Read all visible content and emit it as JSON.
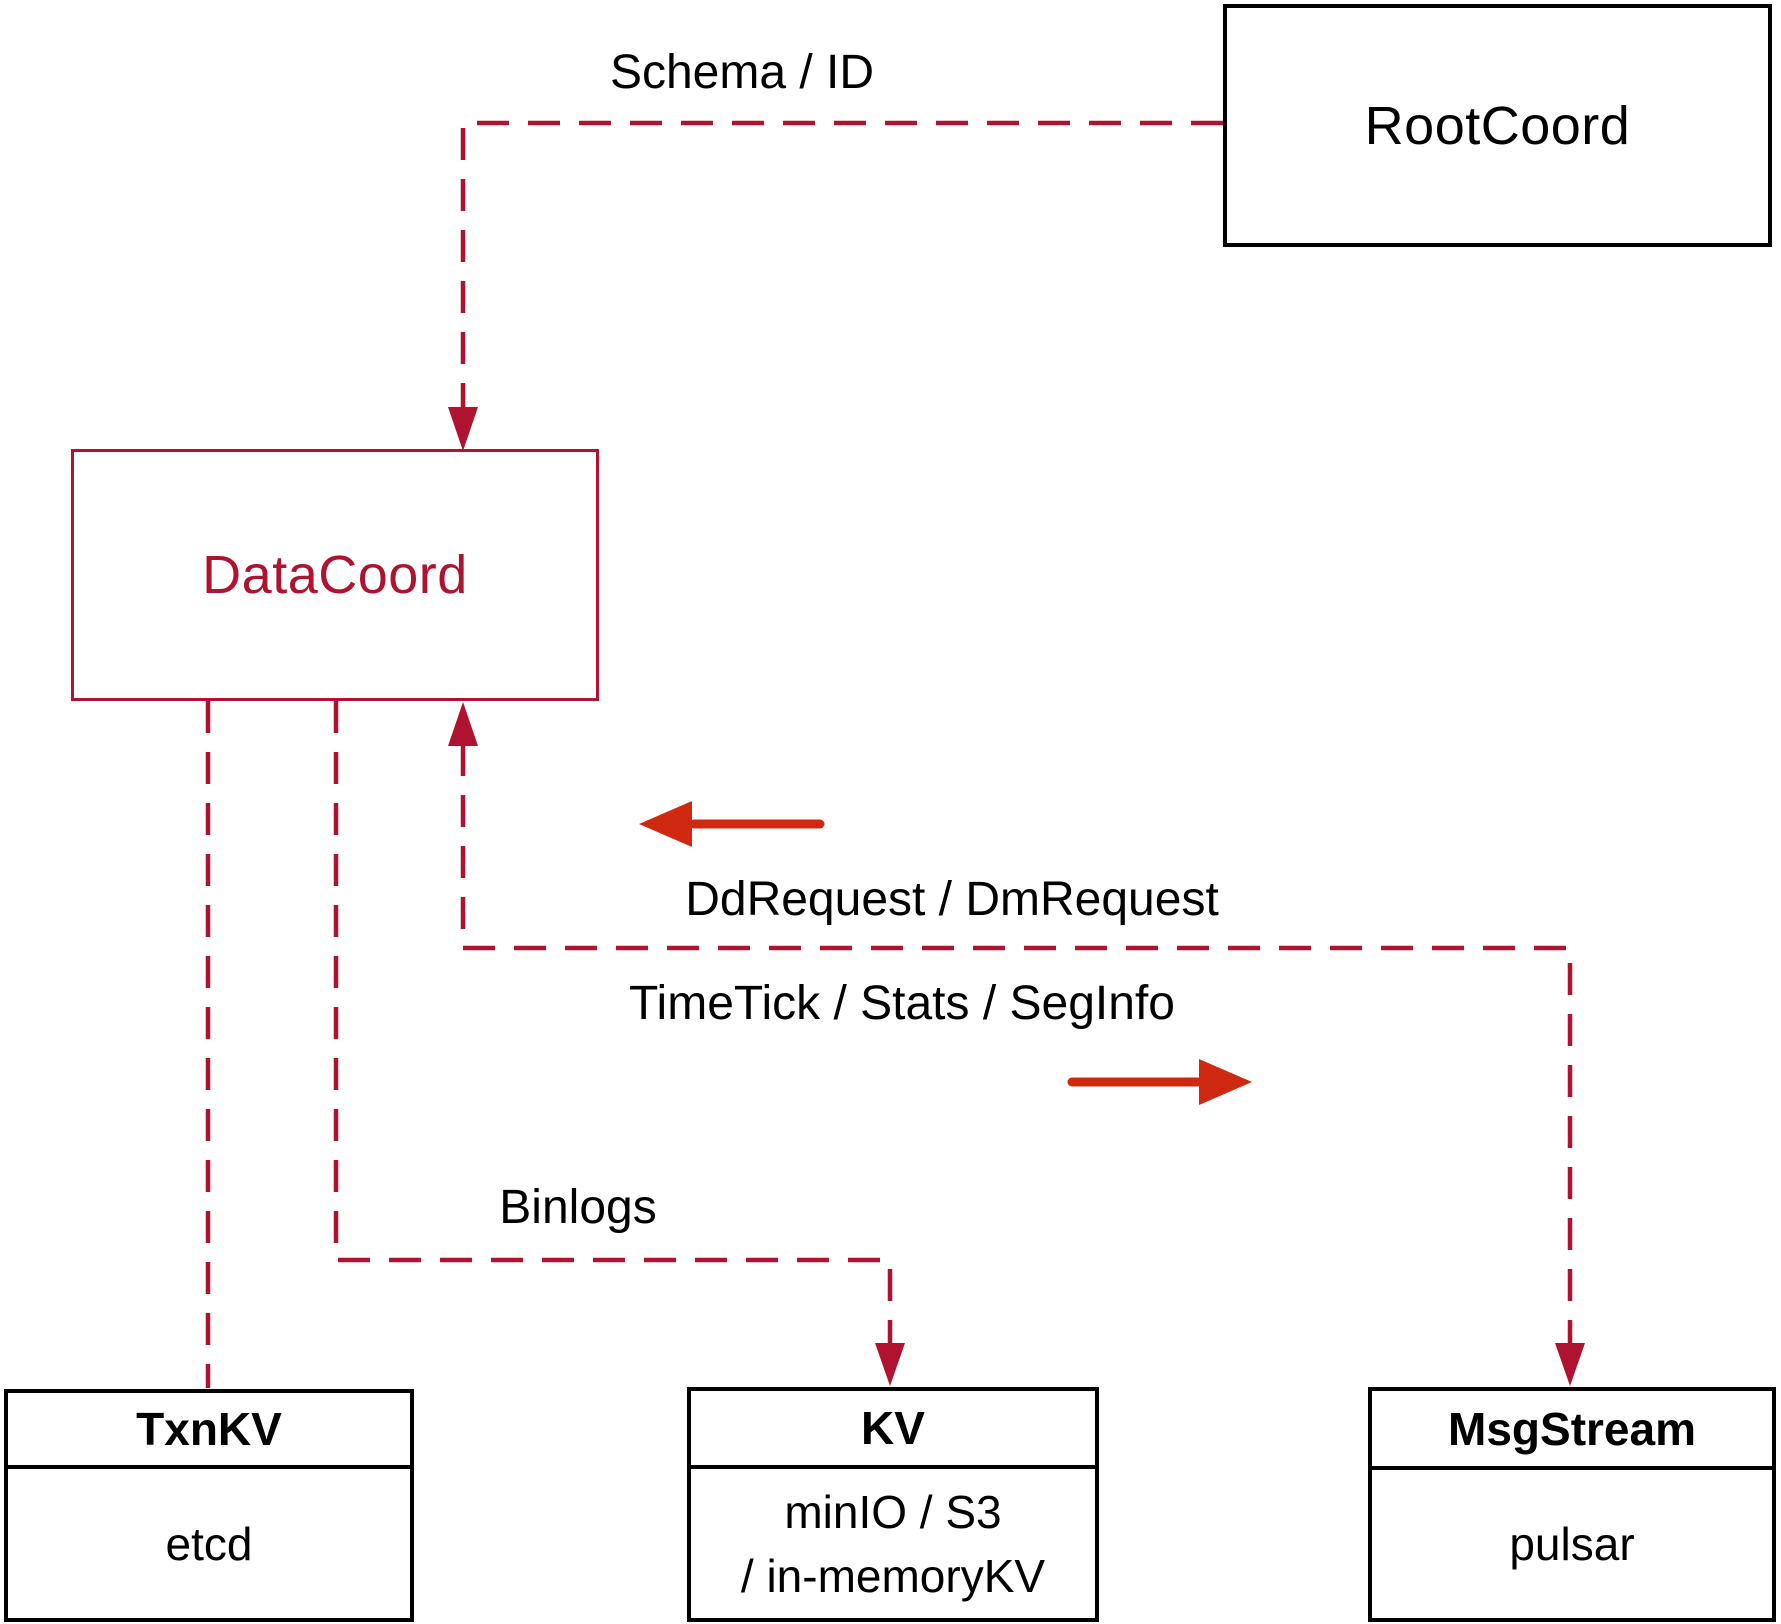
{
  "nodes": {
    "rootcoord": {
      "label": "RootCoord"
    },
    "datacoord": {
      "label": "DataCoord"
    },
    "txnkv": {
      "header": "TxnKV",
      "body": "etcd"
    },
    "kv": {
      "header": "KV",
      "body_line1": "minIO / S3",
      "body_line2": "/ in-memoryKV"
    },
    "msgstream": {
      "header": "MsgStream",
      "body": "pulsar"
    }
  },
  "edges": {
    "schema_id": {
      "label": "Schema / ID",
      "from": "RootCoord",
      "to": "DataCoord",
      "style": "dashed-arrow"
    },
    "meta_store": {
      "from": "DataCoord",
      "to": "TxnKV",
      "style": "dashed"
    },
    "binlogs": {
      "label": "Binlogs",
      "from": "DataCoord",
      "to": "KV",
      "style": "dashed-arrow"
    },
    "dd_dm": {
      "label": "DdRequest / DmRequest",
      "to": "DataCoord",
      "style": "dashed-arrow"
    },
    "timetick": {
      "label": "TimeTick / Stats / SegInfo",
      "to": "MsgStream",
      "style": "dashed-arrow"
    }
  },
  "colors": {
    "crimson": "#b01330",
    "arrow_red": "#d02912",
    "box_border_black": "#000000",
    "text_black": "#000000",
    "background": "#ffffff"
  }
}
